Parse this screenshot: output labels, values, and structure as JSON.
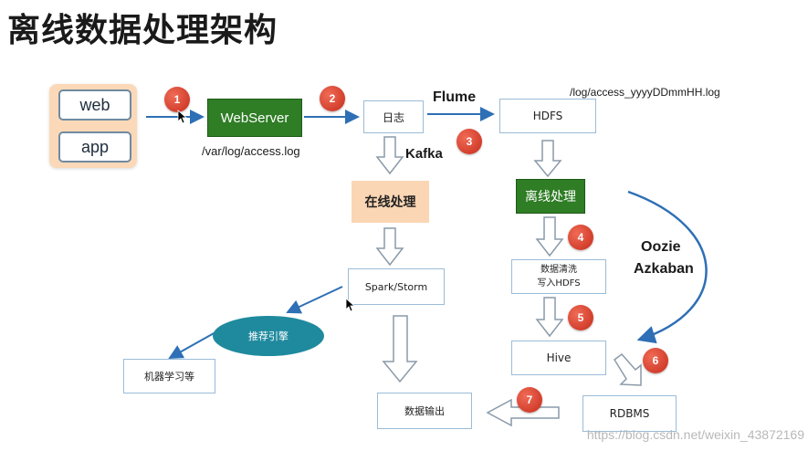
{
  "title": "离线数据处理架构",
  "clients": {
    "web": "web",
    "app": "app"
  },
  "nodes": {
    "webserver": "WebServer",
    "log": "日志",
    "hdfs": "HDFS",
    "online": "在线处理",
    "offline": "离线处理",
    "spark_storm": "Spark/Storm",
    "clean_line1": "数据清洗",
    "clean_line2": "写入HDFS",
    "recommend": "推荐引擎",
    "ml": "机器学习等",
    "hive": "Hive",
    "rdbms": "RDBMS",
    "output": "数据输出"
  },
  "labels": {
    "access_log": "/var/log/access.log",
    "hdfs_path": "/log/access_yyyyDDmmHH.log",
    "flume": "Flume",
    "kafka": "Kafka",
    "oozie": "Oozie",
    "azkaban": "Azkaban"
  },
  "steps": [
    "1",
    "2",
    "3",
    "4",
    "5",
    "6",
    "7"
  ],
  "watermark": "https://blog.csdn.net/weixin_43872169",
  "colors": {
    "arrow": "#2e6fb5",
    "box_border": "#9bbcd8",
    "green": "#2f7d25",
    "peach": "#fbd6b4",
    "teal": "#1f8a9e",
    "badge": "#d23a26"
  }
}
